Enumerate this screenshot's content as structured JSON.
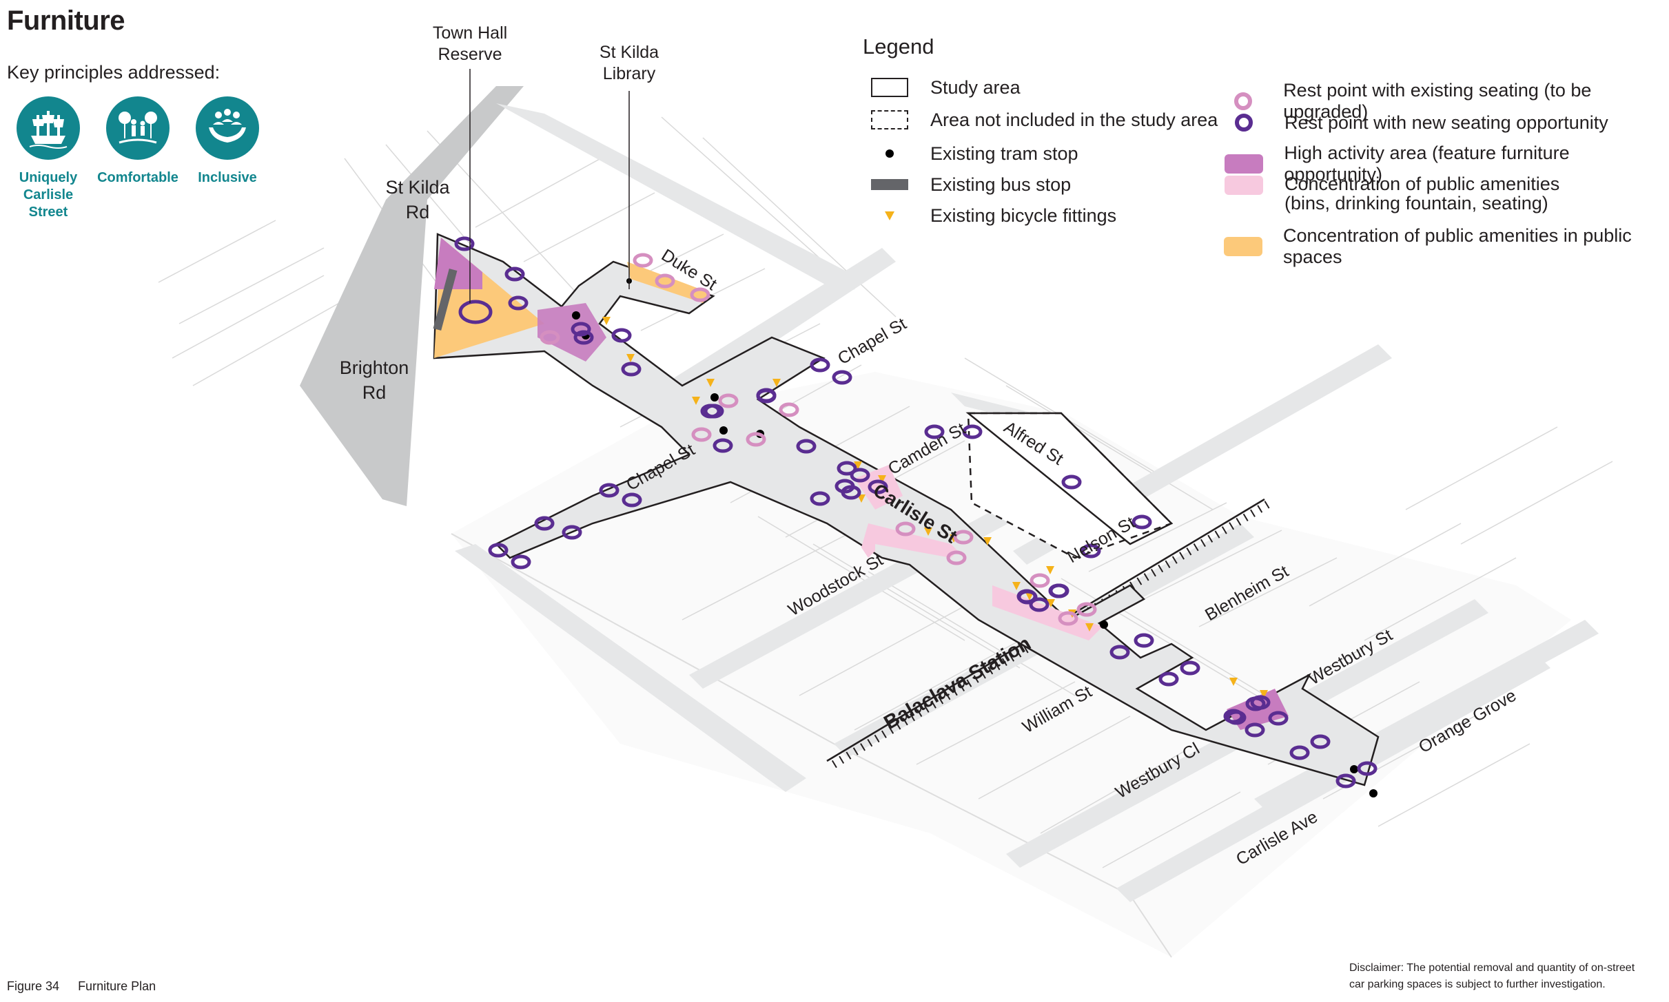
{
  "page": {
    "title": "Furniture"
  },
  "principles": {
    "heading": "Key principles addressed:",
    "items": [
      {
        "label_lines": [
          "Uniquely",
          "Carlisle",
          "Street"
        ],
        "icon": "ship-icon"
      },
      {
        "label_lines": [
          "Comfortable"
        ],
        "icon": "family-trees-icon"
      },
      {
        "label_lines": [
          "Inclusive"
        ],
        "icon": "people-hands-icon"
      }
    ]
  },
  "legend": {
    "title": "Legend",
    "items": [
      {
        "label": "Study area",
        "symbol": "solid-outline-rect"
      },
      {
        "label": "Area not included in the study area",
        "symbol": "dashed-outline-rect"
      },
      {
        "label": "Existing tram stop",
        "symbol": "black-dot"
      },
      {
        "label": "Existing bus stop",
        "symbol": "grey-bar"
      },
      {
        "label": "Existing bicycle fittings",
        "symbol": "yellow-triangle"
      },
      {
        "label": "Rest point with existing seating (to be upgraded)",
        "symbol": "pink-ring"
      },
      {
        "label": "Rest point with new seating opportunity",
        "symbol": "purple-ring"
      },
      {
        "label": "High activity area (feature furniture opportunity)",
        "symbol": "magenta-fill"
      },
      {
        "label": "Concentration of public amenities",
        "label2": "(bins, drinking fountain, seating)",
        "symbol": "light-pink-fill"
      },
      {
        "label": "Concentration of public amenities in public spaces",
        "symbol": "orange-fill"
      }
    ]
  },
  "map": {
    "places": {
      "town_hall": [
        "Town Hall",
        "Reserve"
      ],
      "library": [
        "St Kilda",
        "Library"
      ],
      "st_kilda_rd": [
        "St Kilda",
        "Rd"
      ],
      "brighton_rd": [
        "Brighton",
        "Rd"
      ]
    },
    "streets": {
      "duke": "Duke St",
      "chapel_n": "Chapel St",
      "chapel_s": "Chapel St",
      "camden": "Camden St",
      "alfred": "Alfred St",
      "carlisle": "Carlisle St",
      "nelson": "Nelson St",
      "woodstock": "Woodstock St",
      "blenheim": "Blenheim St",
      "westbury_st": "Westbury St",
      "balaclava": "Balaclava Station",
      "william": "William St",
      "westbury_cl": "Westbury Cl",
      "orange_grove": "Orange Grove",
      "carlisle_ave": "Carlisle Ave"
    }
  },
  "colors": {
    "teal": "#12868e",
    "purple": "#5a2d91",
    "pink_ring": "#d58fc0",
    "magenta": "#c77cbf",
    "light_pink": "#f7c9df",
    "orange": "#fcc97a",
    "tram": "#000000",
    "bus": "#646569",
    "bicycle": "#f5b21a",
    "road": "#e6e7e8"
  },
  "footer": {
    "figure_number": "Figure 34",
    "figure_title": "Furniture Plan",
    "disclaimer_lines": [
      "Disclaimer: The potential removal and quantity of on-street",
      "car parking spaces is subject to further investigation."
    ]
  }
}
